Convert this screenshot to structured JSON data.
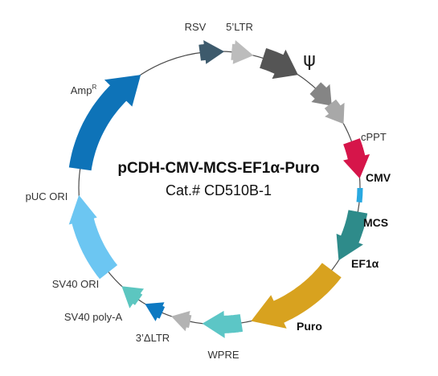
{
  "plasmid": {
    "name": "pCDH-CMV-MCS-EF1α-Puro",
    "catalog": "Cat.# CD510B-1"
  },
  "features": [
    {
      "id": "rsv",
      "label": "RSV",
      "color": "#3d5a6c",
      "bold": false
    },
    {
      "id": "ltr5",
      "label": "5’LTR",
      "color": "#bcbcbc",
      "bold": false
    },
    {
      "id": "psi",
      "label": "ψ",
      "color": "#555555",
      "bold": false
    },
    {
      "id": "rre",
      "label": "",
      "color": "#858585",
      "bold": false
    },
    {
      "id": "cppt",
      "label": "cPPT",
      "color": "#a8a8a8",
      "bold": false
    },
    {
      "id": "cmv",
      "label": "CMV",
      "color": "#d6154a",
      "bold": true
    },
    {
      "id": "mcs",
      "label": "MCS",
      "color": "#29a9e1",
      "bold": true
    },
    {
      "id": "ef1a",
      "label": "EF1α",
      "color": "#2e8b8a",
      "bold": true
    },
    {
      "id": "puro",
      "label": "Puro",
      "color": "#d8a21f",
      "bold": true
    },
    {
      "id": "wpre",
      "label": "WPRE",
      "color": "#5cc6c6",
      "bold": false
    },
    {
      "id": "ltr3",
      "label": "3’ΔLTR",
      "color": "#b3b3b3",
      "bold": false
    },
    {
      "id": "sv40pa",
      "label": "SV40 poly-A",
      "color": "#0d79c2",
      "bold": false
    },
    {
      "id": "sv40ori",
      "label": "SV40 ORI",
      "color": "#5cc6c0",
      "bold": false
    },
    {
      "id": "puc",
      "label": "pUC ORI",
      "color": "#6cc6f2",
      "bold": false
    },
    {
      "id": "amp",
      "label": "Amp",
      "superscript": "R",
      "color": "#0e73b8",
      "bold": false
    }
  ]
}
